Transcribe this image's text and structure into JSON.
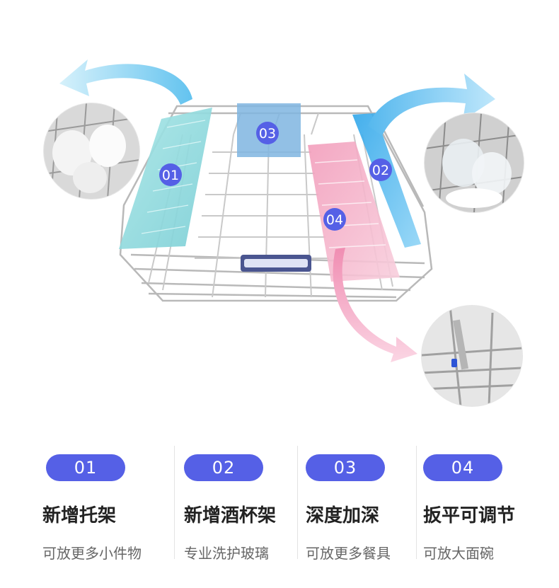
{
  "features": [
    {
      "number": "01",
      "title": "新增托架",
      "subtitle": "可放更多小件物"
    },
    {
      "number": "02",
      "title": "新增酒杯架",
      "subtitle": "专业洗护玻璃"
    },
    {
      "number": "03",
      "title": "深度加深",
      "subtitle": "可放更多餐具"
    },
    {
      "number": "04",
      "title": "扳平可调节",
      "subtitle": "可放大面碗"
    }
  ],
  "badges": {
    "b01": "01",
    "b02": "02",
    "b03": "03",
    "b04": "04"
  },
  "colors": {
    "accent": "#5560e6",
    "zone01": "#8fd9dc",
    "zone02": "#3fb4ee",
    "zone03": "#7fb5e0",
    "zone04": "#f3a6c0",
    "arrow_blue": "#8fd3ef",
    "arrow_pink": "#f4a7c3"
  },
  "icons": {
    "inset_cups": "cups-on-rack-photo",
    "inset_glasses": "wine-glasses-photo",
    "inset_hinge": "adjustable-tine-photo"
  }
}
